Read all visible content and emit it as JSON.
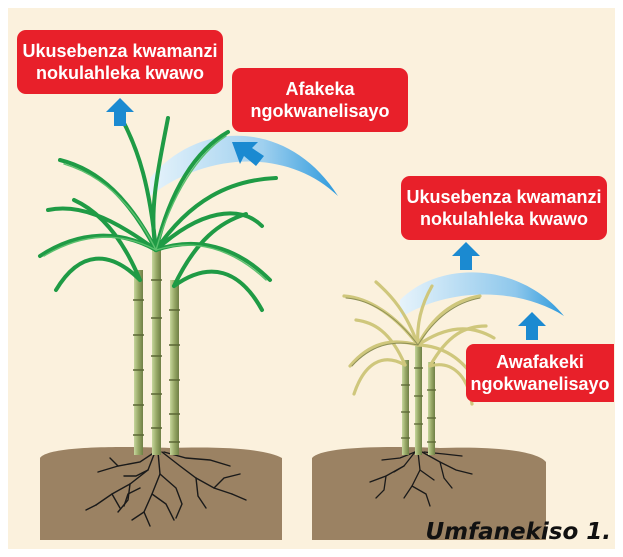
{
  "labels": {
    "big_function": {
      "line1": "Ukusebenza kwamanzi",
      "line2": "nokulahleka kwawo"
    },
    "big_adequate": {
      "line1": "Afakeka",
      "line2": "ngokwanelisayo"
    },
    "small_function": {
      "line1": "Ukusebenza kwamanzi",
      "line2": "nokulahleka kwawo"
    },
    "small_inadequate": {
      "line1": "Awafakeki",
      "line2": "ngokwanelisayo"
    }
  },
  "caption": "Umfanekiso 1.",
  "colors": {
    "background": "#fbf1dd",
    "label": "#e8202a",
    "arrow": "#1b8ad1",
    "soil": "#9b8263",
    "healthy_leaf": "#21a24a",
    "stressed_leaf": "#d6cf88",
    "stalk": "#a9b97a"
  },
  "icons": [
    "up-arrow-icon",
    "down-left-arrow-icon",
    "water-arc",
    "root-system"
  ]
}
